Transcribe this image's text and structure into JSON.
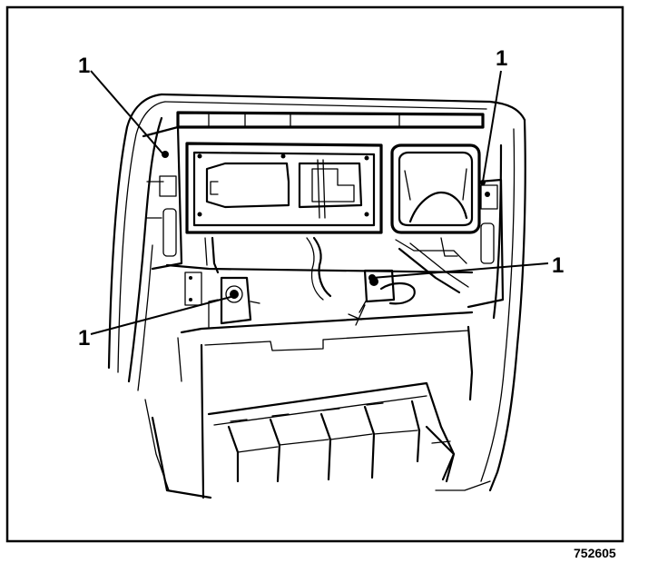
{
  "callouts": [
    {
      "id": "callout-top-left",
      "label": "1"
    },
    {
      "id": "callout-top-right",
      "label": "1"
    },
    {
      "id": "callout-mid-right",
      "label": "1"
    },
    {
      "id": "callout-mid-left",
      "label": "1"
    }
  ],
  "figure_number": "752605"
}
